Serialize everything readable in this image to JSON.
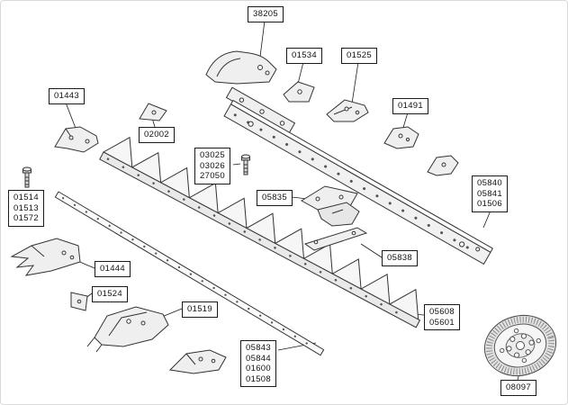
{
  "diagram": {
    "kind": "exploded-parts-diagram",
    "subject": "mower cutter bar assembly",
    "line_color": "#333333",
    "fill_color": "#f2f2f2",
    "background": "#ffffff"
  },
  "labels": [
    {
      "id": "38205",
      "text": "38205"
    },
    {
      "id": "01534",
      "text": "01534"
    },
    {
      "id": "01525",
      "text": "01525"
    },
    {
      "id": "01443",
      "text": "01443"
    },
    {
      "id": "02002",
      "text": "02002"
    },
    {
      "id": "01491",
      "text": "01491"
    },
    {
      "id": "03025-group",
      "text": "03025\n03026\n27050"
    },
    {
      "id": "05835",
      "text": "05835"
    },
    {
      "id": "05840-group",
      "text": "05840\n05841\n01506"
    },
    {
      "id": "01514-group",
      "text": "01514\n01513\n01572"
    },
    {
      "id": "05838",
      "text": "05838"
    },
    {
      "id": "01444",
      "text": "01444"
    },
    {
      "id": "01524",
      "text": "01524"
    },
    {
      "id": "01519",
      "text": "01519"
    },
    {
      "id": "05608-group",
      "text": "05608\n05601"
    },
    {
      "id": "05843-group",
      "text": "05843\n05844\n01600\n01508"
    },
    {
      "id": "08097",
      "text": "08097"
    }
  ]
}
